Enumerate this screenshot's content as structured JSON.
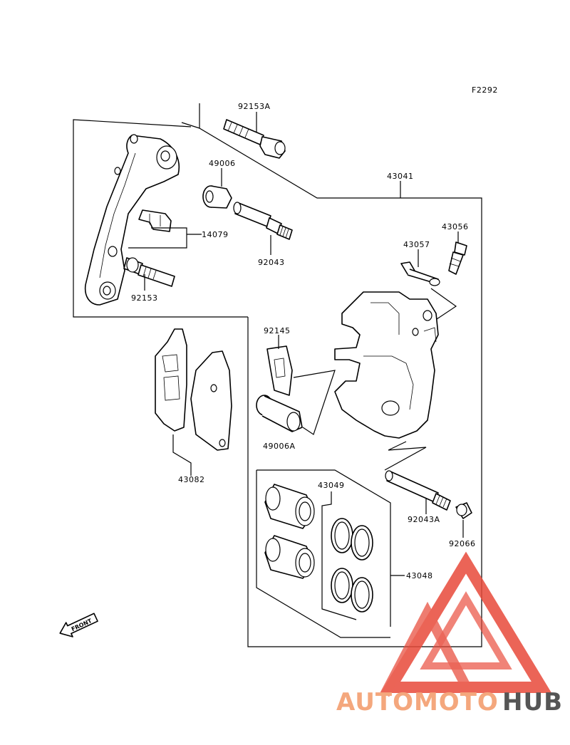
{
  "diagram": {
    "figure_code": "F2292",
    "parts": {
      "p92153A": "92153A",
      "p49006": "49006",
      "p43041": "43041",
      "p14079": "14079",
      "p92043": "92043",
      "p92153": "92153",
      "p43056": "43056",
      "p43057": "43057",
      "p92145": "92145",
      "p49006A": "49006A",
      "p43082": "43082",
      "p43049": "43049",
      "p92043A": "92043A",
      "p92066": "92066",
      "p43048": "43048"
    },
    "front_arrow": "FRONT"
  },
  "watermark": {
    "part1": "AUTOMOTO",
    "part2": "HUB",
    "color_light": "#f4a77d",
    "color_dark": "#555555",
    "triangle_color": "#e84a3a"
  }
}
